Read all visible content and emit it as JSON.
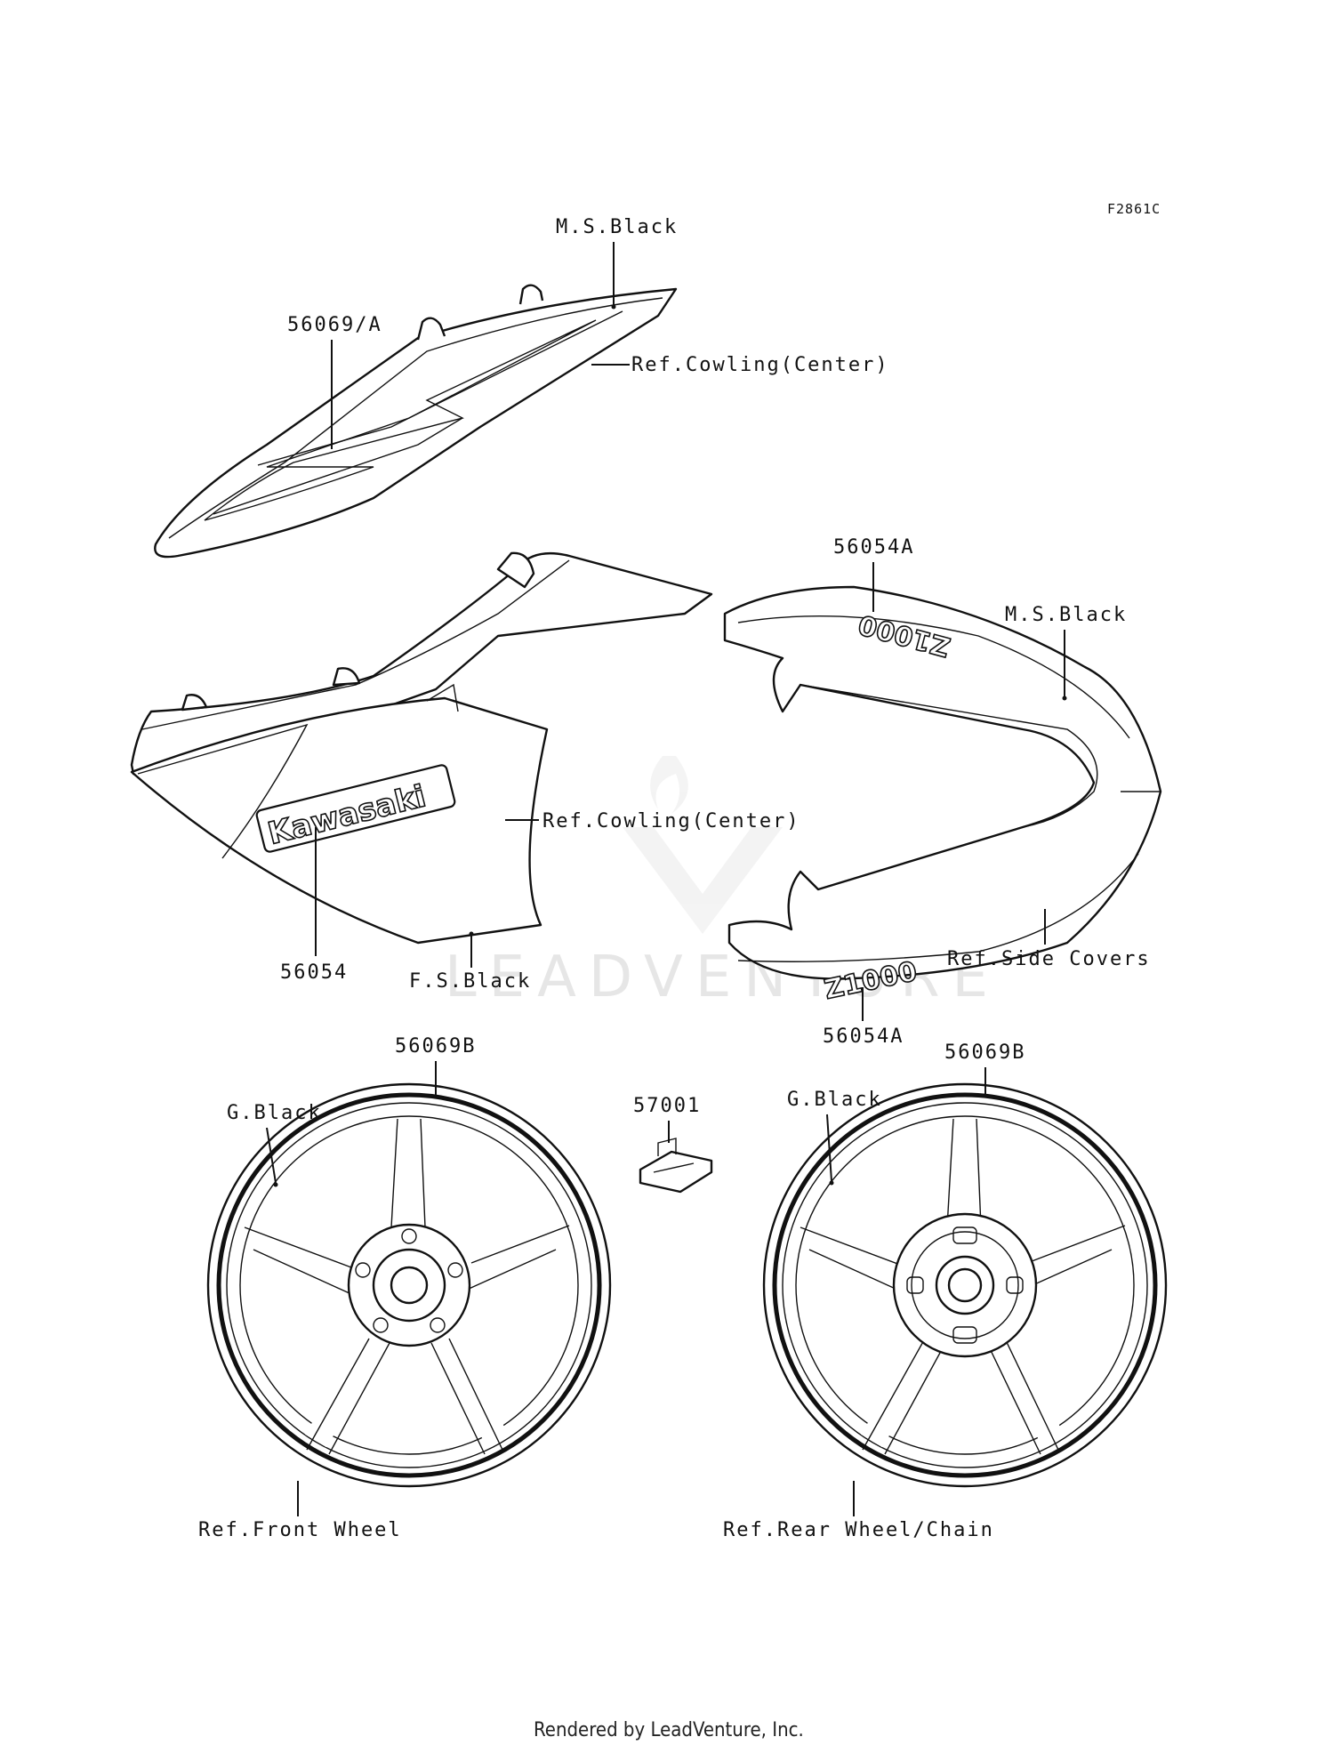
{
  "diagram": {
    "drawing_code": "F2861C",
    "watermark": "LEADVENTURE",
    "footer": "Rendered by LeadVenture, Inc.",
    "labels": {
      "ms_black_top": "M.S.Black",
      "part_56069a": "56069/A",
      "ref_cowling_center_top": "Ref.Cowling(Center)",
      "part_56054a_top": "56054A",
      "ms_black_right": "M.S.Black",
      "ref_cowling_center_mid": "Ref.Cowling(Center)",
      "part_56054": "56054",
      "fs_black": "F.S.Black",
      "ref_side_covers": "Ref.Side Covers",
      "part_56054a_bottom": "56054A",
      "part_56069b_left": "56069B",
      "g_black_left": "G.Black",
      "part_57001": "57001",
      "part_56069b_right": "56069B",
      "g_black_right": "G.Black",
      "ref_front_wheel": "Ref.Front Wheel",
      "ref_rear_wheel": "Ref.Rear Wheel/Chain"
    },
    "decals": {
      "kawasaki": "Kawasaki",
      "z1000_top": "Z1000",
      "z1000_bottom": "Z1000"
    }
  }
}
